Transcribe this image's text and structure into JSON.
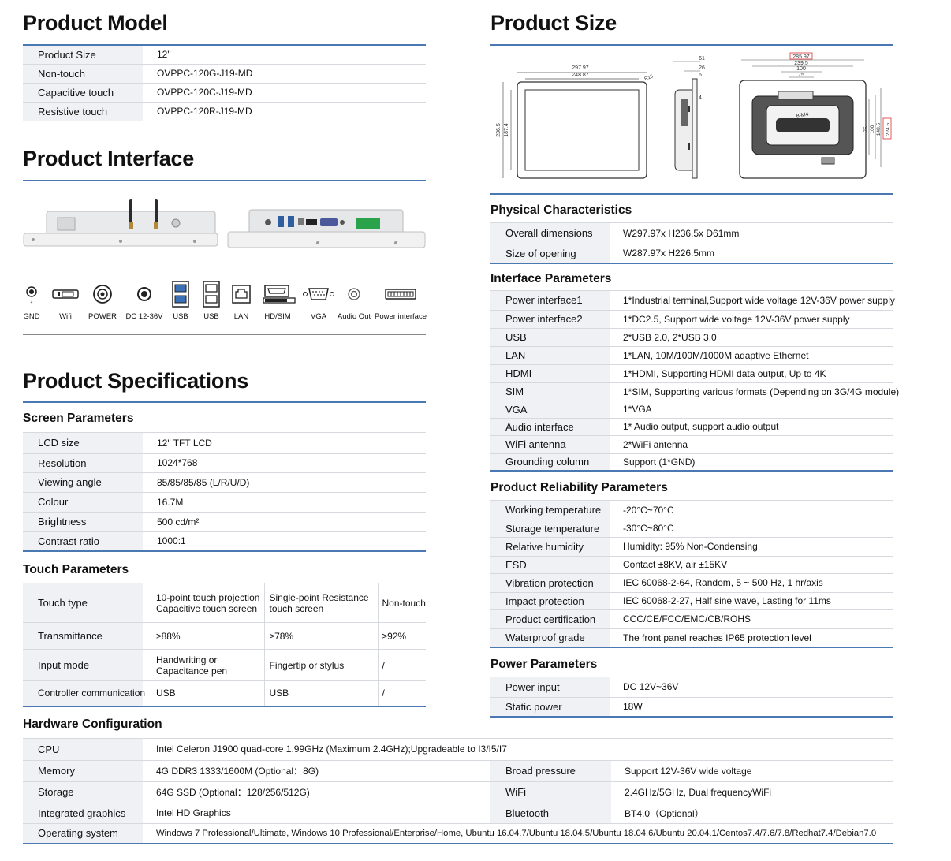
{
  "product_model": {
    "title": "Product Model",
    "rows": [
      {
        "label": "Product Size",
        "value": "12\""
      },
      {
        "label": "Non-touch",
        "value": "OVPPC-120G-J19-MD"
      },
      {
        "label": "Capacitive touch",
        "value": "OVPPC-120C-J19-MD"
      },
      {
        "label": "Resistive touch",
        "value": "OVPPC-120R-J19-MD"
      }
    ]
  },
  "product_interface": {
    "title": "Product Interface",
    "icons": [
      {
        "label": "GND",
        "icon": "gnd-terminal-icon"
      },
      {
        "label": "Wifi",
        "icon": "wifi-antenna-icon"
      },
      {
        "label": "POWER",
        "icon": "power-button-icon"
      },
      {
        "label": "DC 12-36V",
        "icon": "dc-jack-icon"
      },
      {
        "label": "USB",
        "icon": "usb-port-icon"
      },
      {
        "label": "USB",
        "icon": "usb-port-icon"
      },
      {
        "label": "LAN",
        "icon": "lan-port-icon"
      },
      {
        "label": "HD/SIM",
        "icon": "hdmi-sim-icon"
      },
      {
        "label": "VGA",
        "icon": "vga-port-icon"
      },
      {
        "label": "Audio Out",
        "icon": "audio-jack-icon"
      },
      {
        "label": "Power interface",
        "icon": "terminal-block-icon"
      }
    ]
  },
  "product_specifications": {
    "title": "Product Specifications",
    "screen": {
      "title": "Screen Parameters",
      "rows": [
        {
          "label": "LCD size",
          "value": "12\" TFT LCD"
        },
        {
          "label": "Resolution",
          "value": "1024*768"
        },
        {
          "label": "Viewing angle",
          "value": "85/85/85/85 (L/R/U/D)"
        },
        {
          "label": "Colour",
          "value": "16.7M"
        },
        {
          "label": "Brightness",
          "value": "500 cd/m²"
        },
        {
          "label": "Contrast ratio",
          "value": "1000:1"
        }
      ]
    },
    "touch": {
      "title": "Touch Parameters",
      "rows": [
        {
          "label": "Touch type",
          "c1": "10-point touch projection Capacitive touch screen",
          "c2": "Single-point Resistance touch screen",
          "c3": "Non-touch"
        },
        {
          "label": "Transmittance",
          "c1": "≥88%",
          "c2": "≥78%",
          "c3": "≥92%"
        },
        {
          "label": "Input mode",
          "c1": "Handwriting or Capacitance pen",
          "c2": "Fingertip or stylus",
          "c3": "/"
        },
        {
          "label": "Controller communication",
          "c1": "USB",
          "c2": "USB",
          "c3": "/"
        }
      ]
    }
  },
  "hardware": {
    "title": "Hardware Configuration",
    "cpu": {
      "label": "CPU",
      "value": "Intel Celeron J1900 quad-core 1.99GHz (Maximum 2.4GHz);Upgradeable to I3/I5/I7"
    },
    "pairs": [
      {
        "label": "Memory",
        "value": "4G DDR3 1333/1600M (Optional：8G)",
        "label2": "Broad pressure",
        "value2": "Support 12V-36V wide voltage"
      },
      {
        "label": "Storage",
        "value": "64G SSD (Optional：128/256/512G)",
        "label2": "WiFi",
        "value2": "2.4GHz/5GHz, Dual frequencyWiFi"
      },
      {
        "label": "Integrated graphics",
        "value": "Intel HD Graphics",
        "label2": "Bluetooth",
        "value2": "BT4.0（Optional）"
      }
    ],
    "os": {
      "label": "Operating system",
      "value": "Windows 7 Professional/Ultimate, Windows 10 Professional/Enterprise/Home, Ubuntu 16.04.7/Ubuntu 18.04.5/Ubuntu 18.04.6/Ubuntu 20.04.1/Centos7.4/7.6/7.8/Redhat7.4/Debian7.0"
    }
  },
  "product_size": {
    "title": "Product Size",
    "dims": {
      "w_outer": "297.97",
      "w_inner": "248.87",
      "radius": "R15",
      "h_outer": "236.5",
      "h_inner": "187.4",
      "d1": "61",
      "d2": "26",
      "d3": "6",
      "d4": "4",
      "b_w1": "285.97",
      "b_w2": "239.5",
      "b_w3": "100",
      "b_w4": "75",
      "b_h1": "75",
      "b_h2": "100",
      "b_h3": "148.5",
      "b_h4": "224.5",
      "screw": "8-M4"
    }
  },
  "physical": {
    "title": "Physical Characteristics",
    "rows": [
      {
        "label": "Overall dimensions",
        "value": "W297.97x H236.5x D61mm"
      },
      {
        "label": "Size of opening",
        "value": "W287.97x H226.5mm"
      }
    ]
  },
  "interface_params": {
    "title": "Interface Parameters",
    "rows": [
      {
        "label": "Power interface1",
        "value": "1*Industrial terminal,Support wide voltage 12V-36V power supply"
      },
      {
        "label": "Power interface2",
        "value": "1*DC2.5, Support wide voltage 12V-36V power supply"
      },
      {
        "label": "USB",
        "value": "2*USB 2.0, 2*USB 3.0"
      },
      {
        "label": "LAN",
        "value": "1*LAN, 10M/100M/1000M adaptive Ethernet"
      },
      {
        "label": "HDMI",
        "value": "1*HDMI, Supporting HDMI data output, Up to 4K"
      },
      {
        "label": "SIM",
        "value": "1*SIM, Supporting various formats (Depending on 3G/4G module)"
      },
      {
        "label": "VGA",
        "value": "1*VGA"
      },
      {
        "label": "Audio interface",
        "value": "1* Audio output, support audio output"
      },
      {
        "label": "WiFi antenna",
        "value": "2*WiFi antenna"
      },
      {
        "label": "Grounding column",
        "value": "Support (1*GND)"
      }
    ]
  },
  "reliability": {
    "title": "Product Reliability Parameters",
    "rows": [
      {
        "label": "Working temperature",
        "value": "-20°C~70°C"
      },
      {
        "label": "Storage temperature",
        "value": "-30°C~80°C"
      },
      {
        "label": "Relative humidity",
        "value": "Humidity: 95% Non-Condensing"
      },
      {
        "label": "ESD",
        "value": "Contact ±8KV, air ±15KV"
      },
      {
        "label": "Vibration protection",
        "value": "IEC 60068-2-64, Random, 5 ~ 500 Hz, 1 hr/axis"
      },
      {
        "label": "Impact protection",
        "value": "IEC 60068-2-27, Half sine wave, Lasting for 11ms"
      },
      {
        "label": "Product certification",
        "value": "CCC/CE/FCC/EMC/CB/ROHS"
      },
      {
        "label": "Waterproof grade",
        "value": "The front panel reaches IP65 protection level"
      }
    ]
  },
  "power": {
    "title": "Power Parameters",
    "rows": [
      {
        "label": "Power input",
        "value": "DC 12V~36V"
      },
      {
        "label": "Static power",
        "value": "18W"
      }
    ]
  },
  "colors": {
    "accent": "#4a78b2",
    "label_bg": "#eff1f4"
  }
}
